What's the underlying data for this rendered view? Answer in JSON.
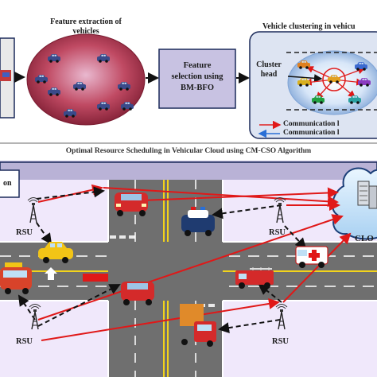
{
  "top": {
    "feature_extraction": {
      "line1": "Feature extraction of",
      "line2": "vehicles"
    },
    "feature_selection": {
      "line1": "Feature",
      "line2": "selection using",
      "line3": "BM-BFO"
    },
    "clustering": {
      "title": "Vehicle clustering in vehicu",
      "cluster_head": {
        "line1": "Cluster",
        "line2": "head"
      },
      "legend": [
        {
          "label": "Communication l",
          "color": "#e02020"
        },
        {
          "label": "Communication l",
          "color": "#2a6fd6"
        }
      ]
    }
  },
  "bottom": {
    "title": "Optimal Resource Scheduling in Vehicular Cloud using CM-CSO Algorithm",
    "left_box_text": "on",
    "cloud_label": "CLO",
    "rsu_label": "RSU"
  },
  "colors": {
    "panel_bg": "#b9b2d6",
    "road": "#6f6f6f",
    "grass": "#f0e8fb",
    "red_link": "#e01818",
    "blue_link": "#2a6fd6"
  }
}
